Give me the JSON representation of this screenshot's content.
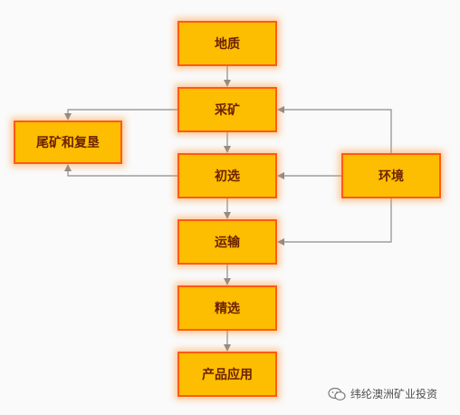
{
  "nodes": {
    "geology": "地质",
    "mining": "采矿",
    "tailings": "尾矿和复垦",
    "primary": "初选",
    "environment": "环境",
    "transport": "运输",
    "refining": "精选",
    "application": "产品应用"
  },
  "watermark": {
    "text": "纬纶澳洲矿业投资",
    "icon": "wechat-icon"
  },
  "colors": {
    "box_fill": "#fdbd00",
    "box_border": "#ff5a14",
    "box_text": "#6b2200",
    "arrow": "#8c8c8c"
  }
}
